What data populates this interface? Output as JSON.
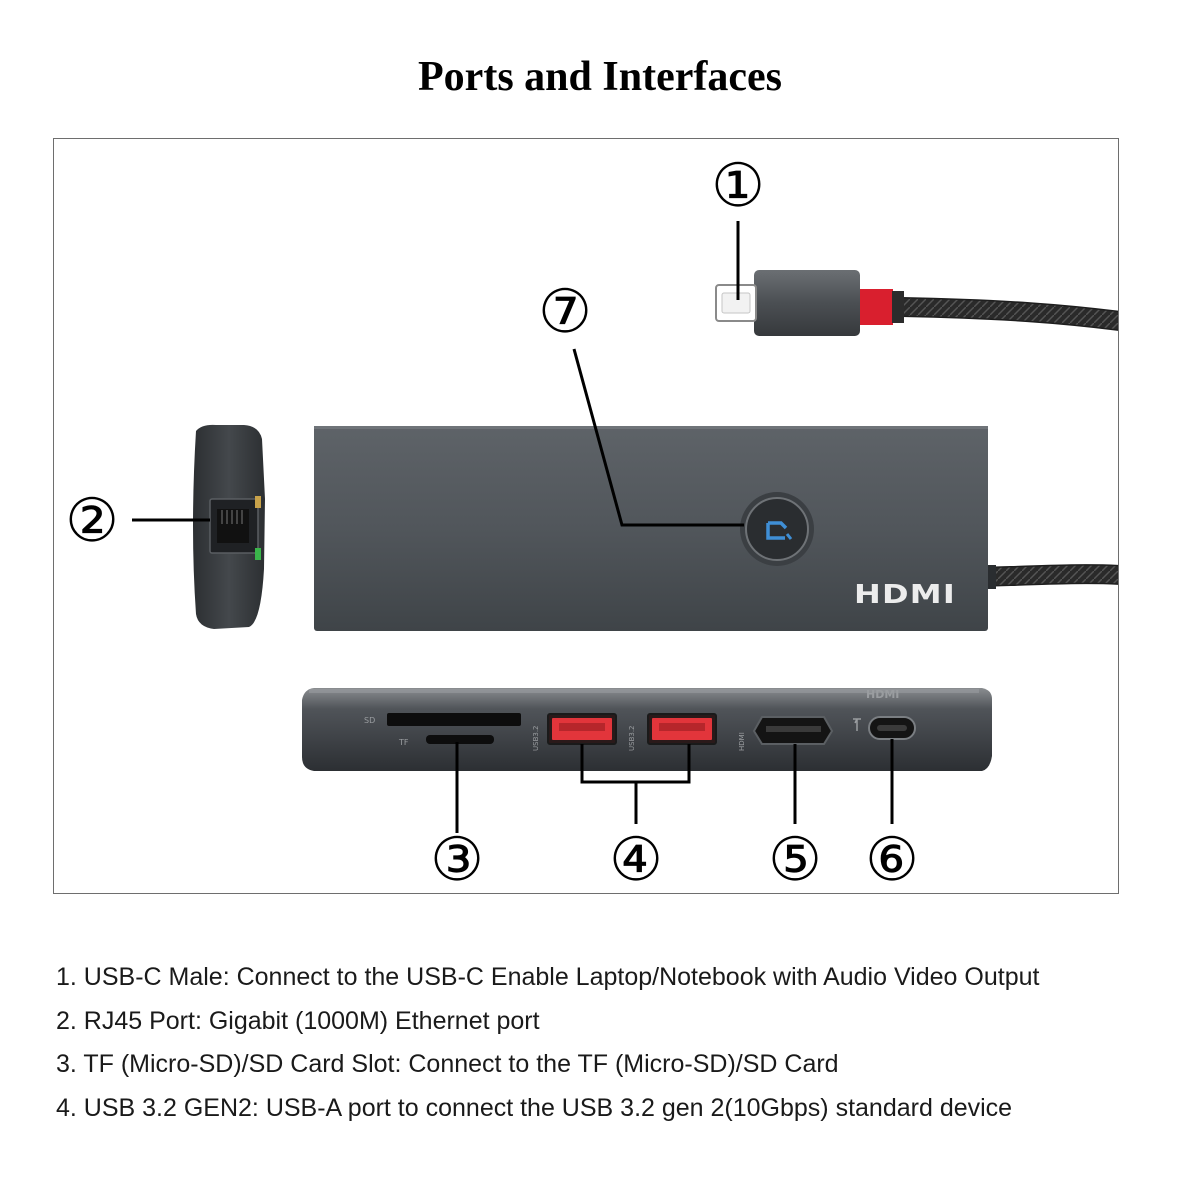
{
  "title": "Ports and Interfaces",
  "callouts": [
    "①",
    "②",
    "③",
    "④",
    "⑤",
    "⑥",
    "⑦"
  ],
  "device": {
    "hdmi_logo": "HDMI",
    "port_labels": {
      "sd": "SD",
      "tf": "TF",
      "usb_a": "USB3.2",
      "hdmi": "HDMI",
      "hdmi_edge": "HDMI"
    }
  },
  "legend": [
    "1. USB-C Male: Connect to the USB-C Enable Laptop/Notebook with Audio Video Output",
    "2. RJ45 Port: Gigabit (1000M) Ethernet port",
    "3. TF (Micro-SD)/SD Card Slot: Connect to the TF (Micro-SD)/SD Card",
    "4. USB 3.2 GEN2: USB-A port to connect the USB 3.2 gen 2(10Gbps) standard device"
  ],
  "colors": {
    "hub_body": "#555a5f",
    "usb_red": "#e2353b",
    "cable_red_ring": "#d91f2e",
    "led_blue": "#3f8fd6",
    "rj45_green": "#3ab54a",
    "rj45_amber": "#c8a24a",
    "cable": "#2a2a2a"
  }
}
